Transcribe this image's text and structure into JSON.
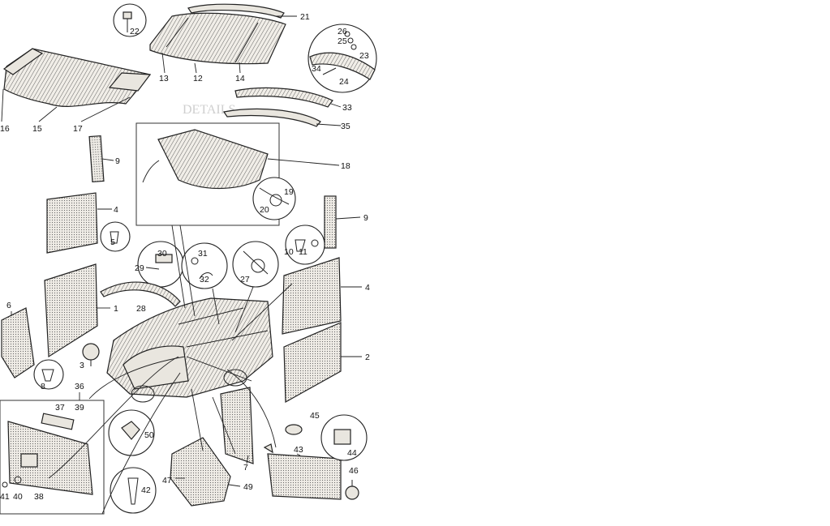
{
  "diagram": {
    "faint_heading": "DETAILS",
    "callouts": [
      "1",
      "2",
      "3",
      "4",
      "4",
      "5",
      "6",
      "7",
      "8",
      "9",
      "9",
      "10",
      "11",
      "12",
      "13",
      "14",
      "15",
      "16",
      "17",
      "18",
      "19",
      "20",
      "21",
      "22",
      "23",
      "24",
      "25",
      "26",
      "27",
      "28",
      "29",
      "30",
      "31",
      "32",
      "33",
      "34",
      "35",
      "36",
      "37",
      "38",
      "39",
      "40",
      "41",
      "42",
      "43",
      "44",
      "45",
      "46",
      "47",
      "49",
      "50"
    ]
  }
}
